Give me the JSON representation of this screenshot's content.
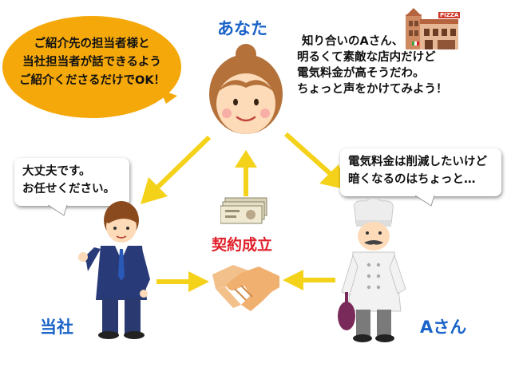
{
  "you": {
    "label": "あなた",
    "speech": [
      "知り合いのAさん、",
      "明るくて素敵な店内だけど",
      "電気料金が高そうだわ。",
      "ちょっと声をかけてみよう！"
    ]
  },
  "request": {
    "lines": [
      "ご紹介先の担当者様と",
      "当社担当者が話できるよう",
      "ご紹介くださるだけでOK！"
    ]
  },
  "company": {
    "label": "当社",
    "speech": [
      "大丈夫です。",
      "お任せください。"
    ]
  },
  "person_a": {
    "label": "Aさん",
    "speech": [
      "電気料金は削減したいけど",
      "暗くなるのはちょっと…"
    ]
  },
  "center": {
    "label": "契約成立"
  },
  "pizza_sign": "PIZZA",
  "colors": {
    "label_blue": "#1a63c8",
    "contract_red": "#e0202a",
    "arrow_yellow": "#f5d21a",
    "oval_orange": "#f5a80a"
  },
  "icons": [
    "woman-face-icon",
    "building-icon",
    "businessman-icon",
    "chef-icon",
    "handshake-icon",
    "money-icon"
  ]
}
